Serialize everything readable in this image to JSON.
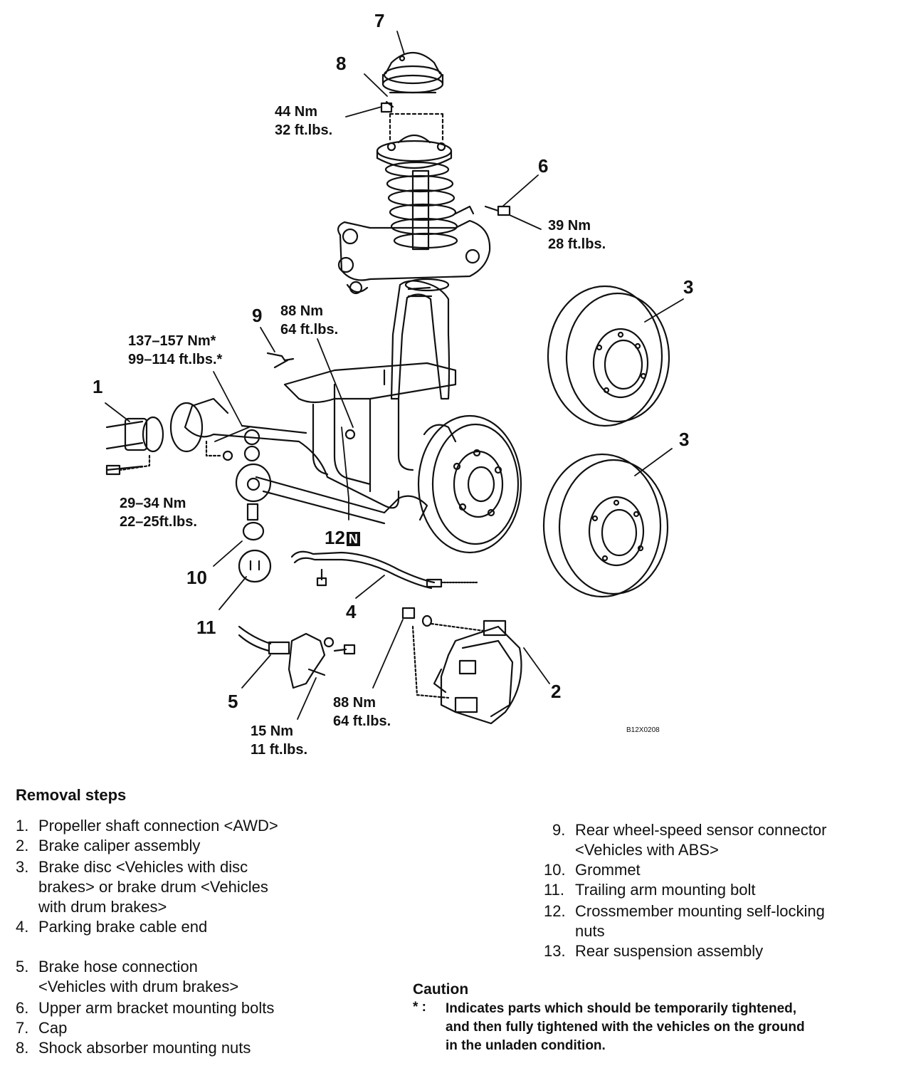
{
  "diagram": {
    "callouts": {
      "c1": "1",
      "c2": "2",
      "c3a": "3",
      "c3b": "3",
      "c4": "4",
      "c5": "5",
      "c6": "6",
      "c7": "7",
      "c8": "8",
      "c9": "9",
      "c10": "10",
      "c11": "11",
      "c12": "12",
      "c12_badge": "N"
    },
    "torques": {
      "t8": [
        "44 Nm",
        "32 ft.lbs."
      ],
      "t6": [
        "39 Nm",
        "28 ft.lbs."
      ],
      "t12": [
        "88 Nm",
        "64 ft.lbs."
      ],
      "t9": [
        "137–157 Nm*",
        "99–114 ft.lbs.*"
      ],
      "t1": [
        "29–34 Nm",
        "22–25ft.lbs."
      ],
      "t2": [
        "88 Nm",
        "64 ft.lbs."
      ],
      "t5": [
        "15 Nm",
        "11 ft.lbs."
      ]
    },
    "code": "B12X0208"
  },
  "removal": {
    "title": "Removal steps",
    "left": [
      {
        "num": "1.",
        "lines": [
          "Propeller shaft connection <AWD>"
        ]
      },
      {
        "num": "2.",
        "lines": [
          "Brake caliper assembly"
        ]
      },
      {
        "num": "3.",
        "lines": [
          "Brake disc <Vehicles with disc",
          "brakes> or brake drum <Vehicles",
          "with drum brakes>"
        ]
      },
      {
        "num": "4.",
        "lines": [
          "Parking brake cable end"
        ]
      },
      {
        "num": "5.",
        "lines": [
          "Brake hose connection",
          "<Vehicles with drum brakes>"
        ]
      },
      {
        "num": "6.",
        "lines": [
          "Upper arm bracket mounting bolts"
        ]
      },
      {
        "num": "7.",
        "lines": [
          "Cap"
        ]
      },
      {
        "num": "8.",
        "lines": [
          "Shock absorber mounting nuts"
        ]
      }
    ],
    "right": [
      {
        "num": "9.",
        "lines": [
          "Rear wheel-speed sensor connector",
          "<Vehicles with ABS>"
        ]
      },
      {
        "num": "10.",
        "lines": [
          "Grommet"
        ]
      },
      {
        "num": "11.",
        "lines": [
          "Trailing arm mounting bolt"
        ]
      },
      {
        "num": "12.",
        "lines": [
          "Crossmember mounting self-locking",
          "nuts"
        ]
      },
      {
        "num": "13.",
        "lines": [
          "Rear suspension assembly"
        ]
      }
    ]
  },
  "caution": {
    "title": "Caution",
    "mark": "* :",
    "lines": [
      "Indicates parts which should be temporarily tightened,",
      "and then fully tightened with the vehicles on the ground",
      "in the unladen condition."
    ]
  }
}
